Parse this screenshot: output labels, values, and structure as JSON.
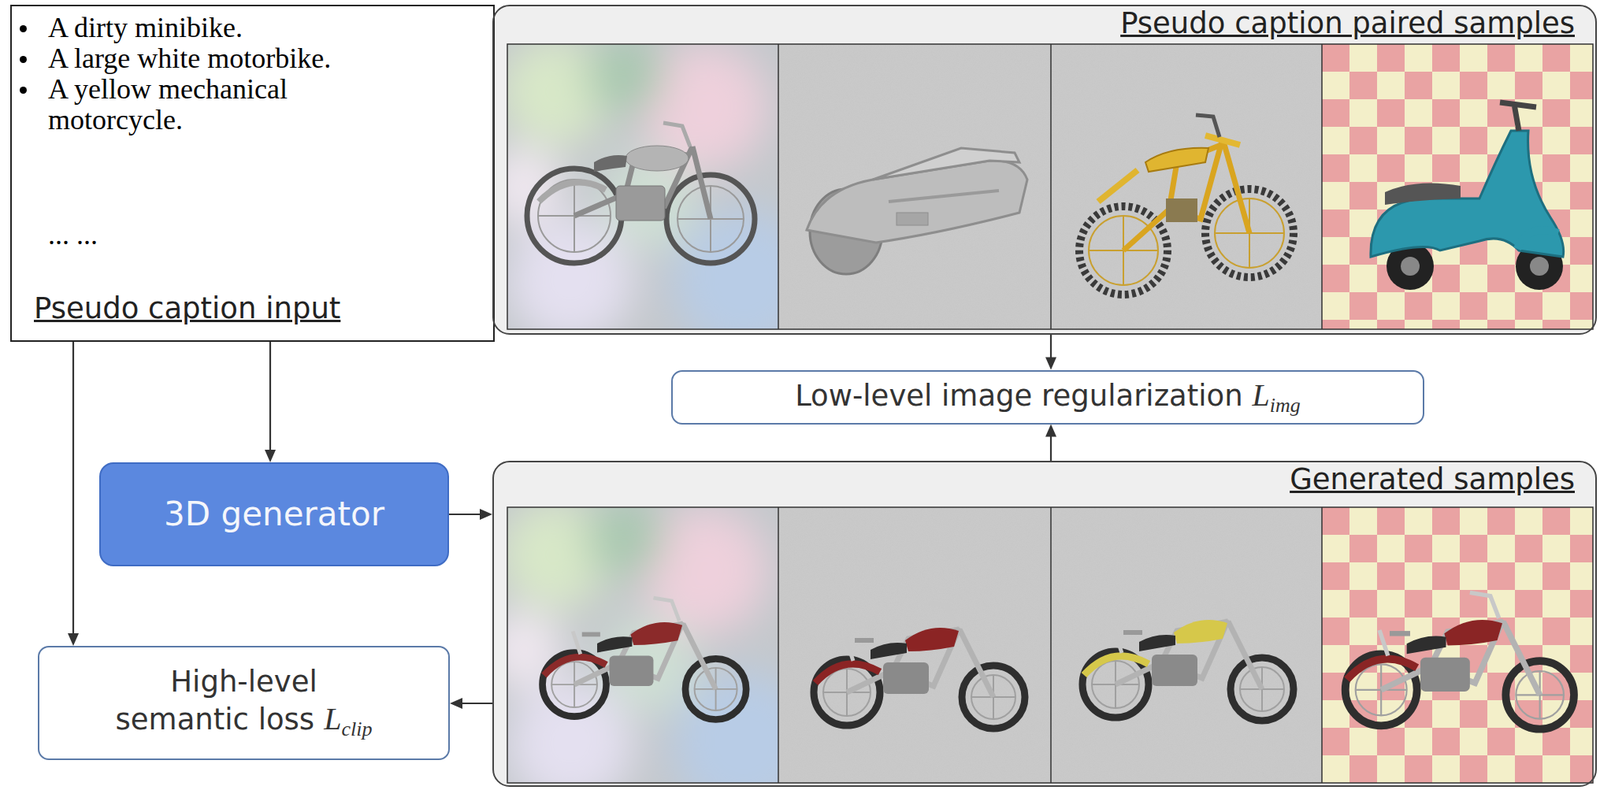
{
  "diagram": {
    "nodes": [
      {
        "text": [
          "A dirty minibike.",
          "A large white motorbike.",
          "A yellow mechanical motorcycle.",
          "... ...",
          "Pseudo caption input"
        ]
      },
      {
        "text": [
          "Pseudo caption paired samples"
        ]
      },
      {
        "text": [
          "Low-level image regularization",
          "L",
          "img"
        ]
      },
      {
        "text": [
          "3D generator"
        ]
      },
      {
        "text": [
          "Generated samples"
        ]
      },
      {
        "text": [
          "High-level",
          "semantic loss",
          "L",
          "clip"
        ]
      }
    ],
    "edges": [
      {
        "from": 0,
        "to": 3,
        "arrow": "to"
      },
      {
        "from": 0,
        "to": 5,
        "arrow": "to"
      },
      {
        "from": 3,
        "to": 4,
        "arrow": "to"
      },
      {
        "from": 4,
        "to": 5,
        "arrow": "to"
      },
      {
        "from": 1,
        "to": 2,
        "arrow": "to"
      },
      {
        "from": 4,
        "to": 2,
        "arrow": "to"
      }
    ]
  }
}
